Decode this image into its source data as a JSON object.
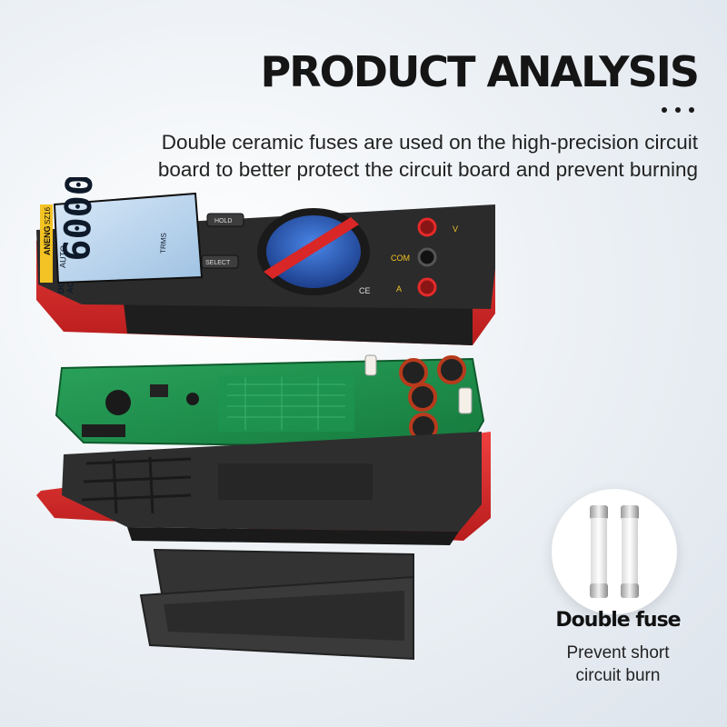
{
  "header": {
    "title": "PRODUCT ANALYSIS",
    "description": "Double ceramic fuses are used on the high-precision circuit board to better protect the circuit board and prevent burning"
  },
  "meter": {
    "brand": "ANENG",
    "model": "SZ16",
    "reading": "6000",
    "lcd_labels": [
      "AUTO",
      "DC",
      "AC",
      "TRMS"
    ],
    "button_labels": [
      "HOLD",
      "SELECT"
    ],
    "jack_labels": [
      "A",
      "COM",
      "V"
    ],
    "ce_mark": "CE"
  },
  "callout": {
    "title": "Double fuse",
    "subtitle_line1": "Prevent short",
    "subtitle_line2": "circuit burn"
  },
  "colors": {
    "accent_red": "#e52a2a",
    "body_dark": "#2a2a2a",
    "pcb_green": "#1f8a4c",
    "lcd_blue": "#bcd6ee"
  }
}
